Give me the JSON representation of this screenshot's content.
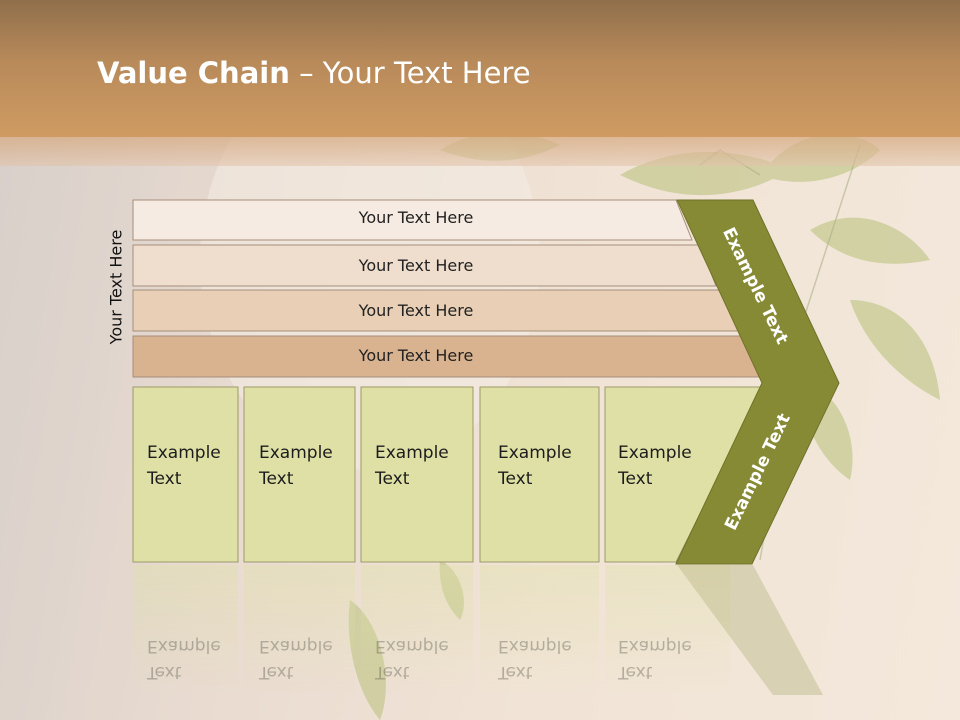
{
  "title": {
    "bold": "Value Chain",
    "rest": " – Your Text Here"
  },
  "side_label": "Your Text Here",
  "rows": [
    {
      "label": "Your Text Here",
      "fill": "#f6ebe2"
    },
    {
      "label": "Your Text Here",
      "fill": "#efdecd"
    },
    {
      "label": "Your Text Here",
      "fill": "#e8cfb6"
    },
    {
      "label": "Your Text Here",
      "fill": "#d9b290"
    }
  ],
  "boxes": [
    {
      "label_line1": "Example",
      "label_line2": "Text"
    },
    {
      "label_line1": "Example",
      "label_line2": "Text"
    },
    {
      "label_line1": "Example",
      "label_line2": "Text"
    },
    {
      "label_line1": "Example",
      "label_line2": "Text"
    },
    {
      "label_line1": "Example",
      "label_line2": "Text"
    }
  ],
  "chevron": {
    "upper_label": "Example Text",
    "lower_label": "Example Text",
    "fill": "#878a35"
  },
  "colors": {
    "box_fill": "#dfe0a6",
    "box_border": "#9c9a6a",
    "header": "#c4915d"
  }
}
